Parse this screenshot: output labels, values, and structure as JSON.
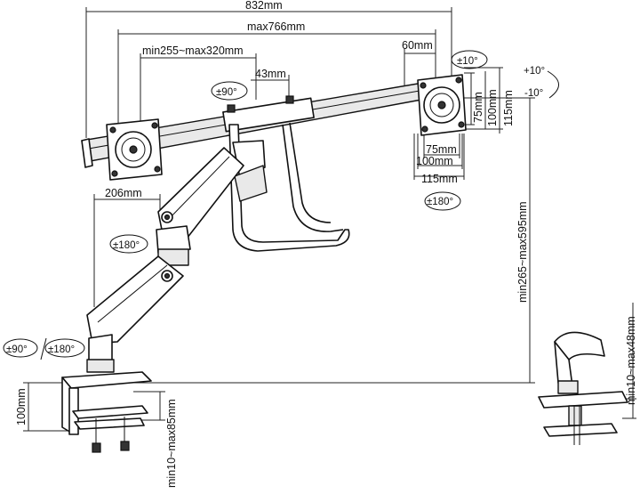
{
  "dimensions": {
    "total_width": "832mm",
    "rail_width": "max766mm",
    "rail_adjust": "min255~max320mm",
    "mount_offset": "43mm",
    "right_offset": "60mm",
    "arm_reach": "206mm",
    "height_range": "min265~max595mm",
    "clamp_height": "100mm",
    "clamp_range": "min10~max85mm",
    "grommet_range": "min10~max48mm",
    "vesa_75_h": "75mm",
    "vesa_100_h": "100mm",
    "plate_115_h": "115mm",
    "vesa_75_w": "75mm",
    "vesa_100_w": "100mm",
    "plate_115_w": "115mm"
  },
  "rotations": {
    "head_swivel": "±90°",
    "tilt_up": "+10°",
    "tilt_down": "-10°",
    "plate_tilt": "±10°",
    "plate_rotate": "±180°",
    "arm_swivel": "±180°",
    "base_swivel_90": "±90°",
    "base_swivel_180": "±180°"
  },
  "colors": {
    "line": "#111111",
    "fill": "#ffffff",
    "shade": "#e9e9e9"
  }
}
